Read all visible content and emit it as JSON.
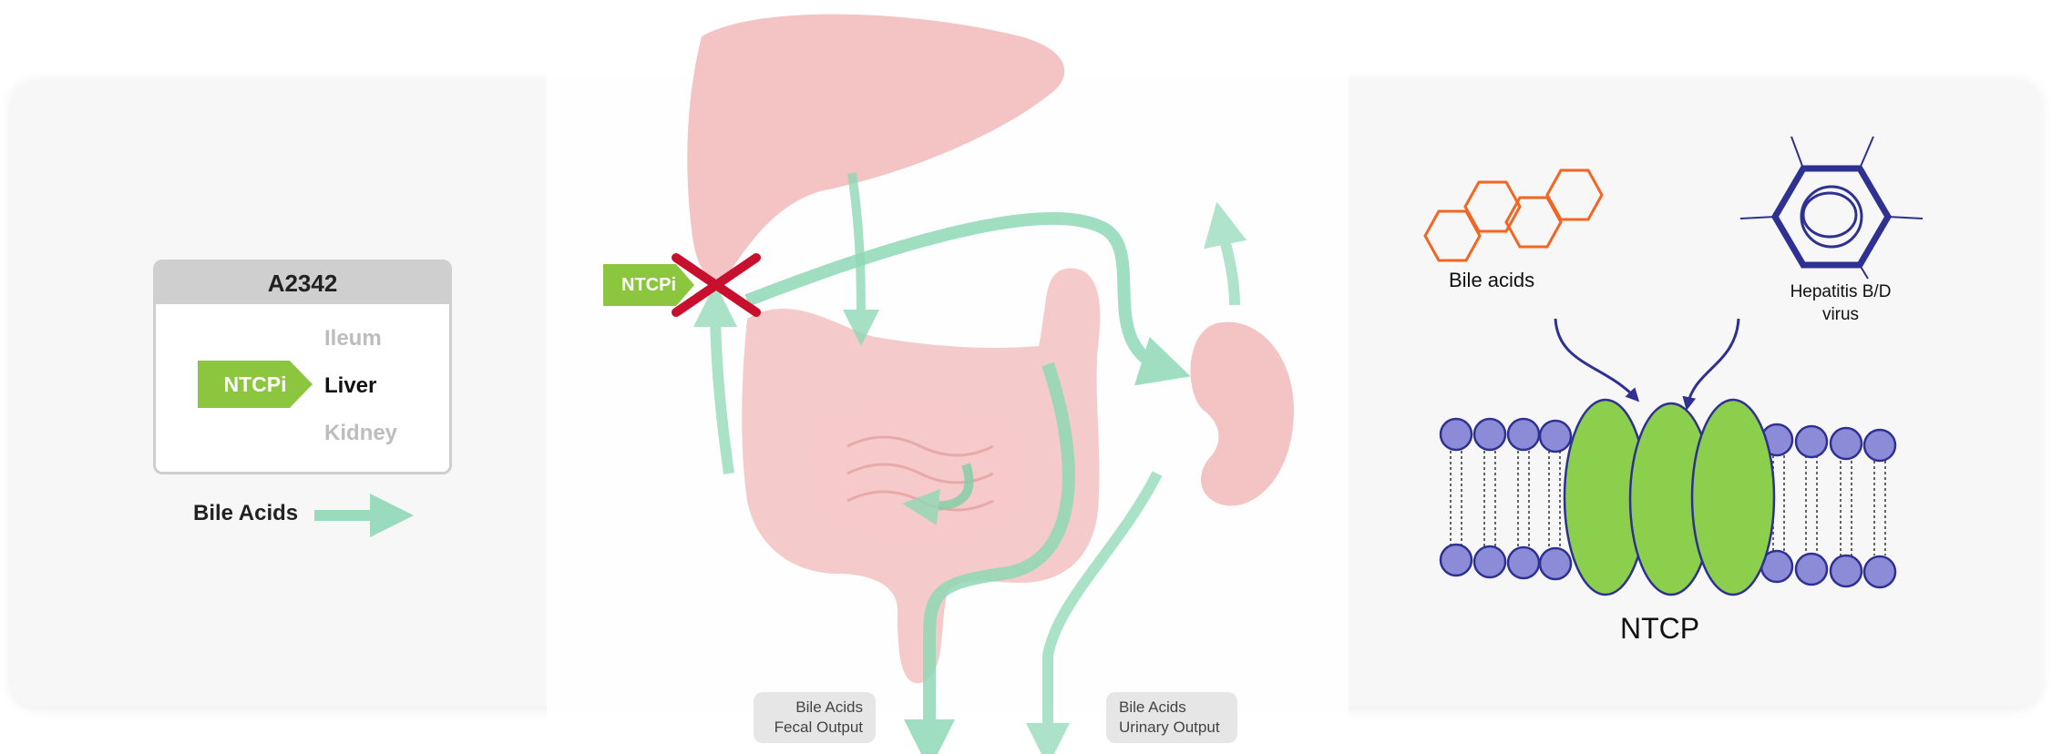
{
  "legend": {
    "title": "A2342",
    "items": [
      {
        "label": "Ileum",
        "state": "inactive"
      },
      {
        "label": "Liver",
        "state": "active"
      },
      {
        "label": "Kidney",
        "state": "inactive"
      }
    ],
    "inhibitor_tag": "NTCPi",
    "bile_acids_label": "Bile Acids"
  },
  "center": {
    "inhibitor_tag": "NTCPi",
    "fecal_output": {
      "line1": "Bile Acids",
      "line2": "Fecal Output"
    },
    "urinary_output": {
      "line1": "Bile Acids",
      "line2": "Urinary Output"
    }
  },
  "right": {
    "bile_acids_label": "Bile acids",
    "virus_label_line1": "Hepatitis B/D",
    "virus_label_line2": "virus",
    "transporter_label": "NTCP"
  },
  "colors": {
    "organ": "#f2b8b8",
    "flow_arrow": "#8fd9b6",
    "inhibitor_tag": "#8cc63f",
    "block_x": "#c8102e",
    "bile_acid_ring": "#f26522",
    "virus": "#2e3192",
    "lipid_head": "#8b8bd8",
    "transporter": "#8ccf4d"
  }
}
